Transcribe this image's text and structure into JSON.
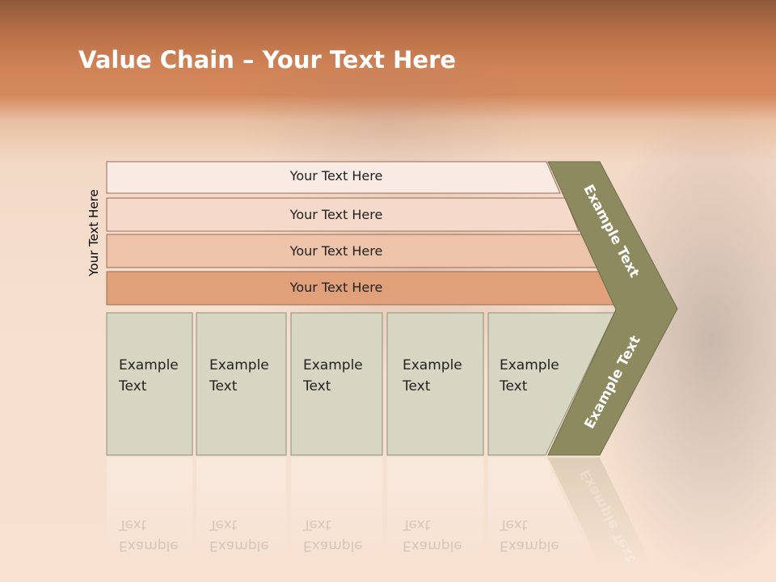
{
  "slide": {
    "title_bold": "Value Chain",
    "title_rest": " – Your Text Here",
    "side_label": "Your Text Here"
  },
  "bars": [
    {
      "label": "Your Text Here",
      "fill": "#f9ebe4"
    },
    {
      "label": "Your Text Here",
      "fill": "#f5d9ca"
    },
    {
      "label": "Your Text Here",
      "fill": "#edc3aa"
    },
    {
      "label": "Your Text Here",
      "fill": "#e0a07a"
    }
  ],
  "boxes": [
    {
      "line1": "Example",
      "line2": "Text"
    },
    {
      "line1": "Example",
      "line2": "Text"
    },
    {
      "line1": "Example",
      "line2": "Text"
    },
    {
      "line1": "Example",
      "line2": "Text"
    },
    {
      "line1": "Example",
      "line2": "Text"
    }
  ],
  "chevron": {
    "upper_label": "Example Text",
    "lower_label": "Example Text",
    "fill": "#8c8a5e",
    "box_fill": "#d6d6c2"
  }
}
